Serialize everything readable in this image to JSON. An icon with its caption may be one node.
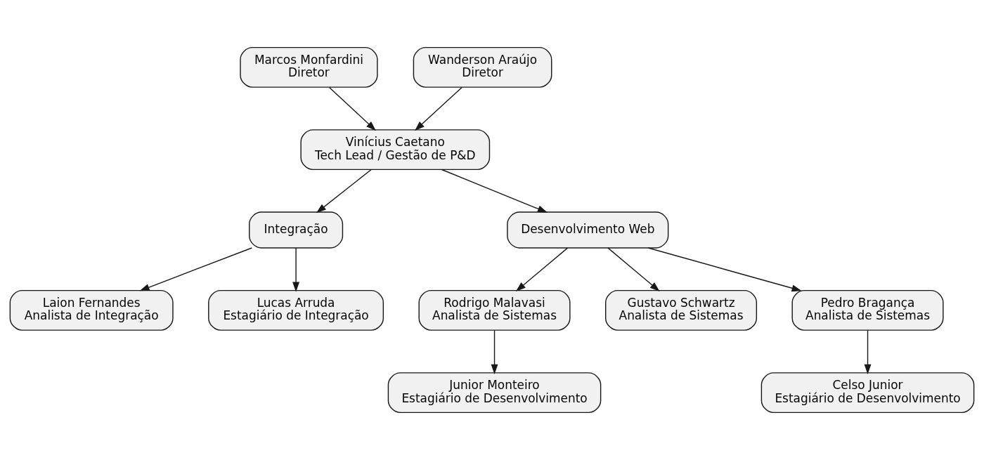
{
  "diagram": {
    "nodes": [
      {
        "text": [
          "Marcos Monfardini",
          "Diretor"
        ]
      },
      {
        "text": [
          "Wanderson Araújo",
          "Diretor"
        ]
      },
      {
        "text": [
          "Vinícius Caetano",
          "Tech Lead / Gestão de P&D"
        ]
      },
      {
        "text": [
          "Integração"
        ]
      },
      {
        "text": [
          "Desenvolvimento Web"
        ]
      },
      {
        "text": [
          "Laion Fernandes",
          "Analista de Integração"
        ]
      },
      {
        "text": [
          "Lucas Arruda",
          "Estagiário de Integração"
        ]
      },
      {
        "text": [
          "Rodrigo Malavasi",
          "Analista de Sistemas"
        ]
      },
      {
        "text": [
          "Gustavo Schwartz",
          "Analista de Sistemas"
        ]
      },
      {
        "text": [
          "Pedro Bragança",
          "Analista de Sistemas"
        ]
      },
      {
        "text": [
          "Junior Monteiro",
          "Estagiário de Desenvolvimento"
        ]
      },
      {
        "text": [
          "Celso Junior",
          "Estagiário de Desenvolvimento"
        ]
      }
    ],
    "edges": [
      {
        "from": 0,
        "to": 2,
        "arrow": "to"
      },
      {
        "from": 1,
        "to": 2,
        "arrow": "to"
      },
      {
        "from": 2,
        "to": 3,
        "arrow": "to"
      },
      {
        "from": 2,
        "to": 4,
        "arrow": "to"
      },
      {
        "from": 3,
        "to": 5,
        "arrow": "to"
      },
      {
        "from": 3,
        "to": 6,
        "arrow": "to"
      },
      {
        "from": 4,
        "to": 7,
        "arrow": "to"
      },
      {
        "from": 4,
        "to": 8,
        "arrow": "to"
      },
      {
        "from": 4,
        "to": 9,
        "arrow": "to"
      },
      {
        "from": 7,
        "to": 10,
        "arrow": "to"
      },
      {
        "from": 9,
        "to": 11,
        "arrow": "to"
      }
    ]
  }
}
